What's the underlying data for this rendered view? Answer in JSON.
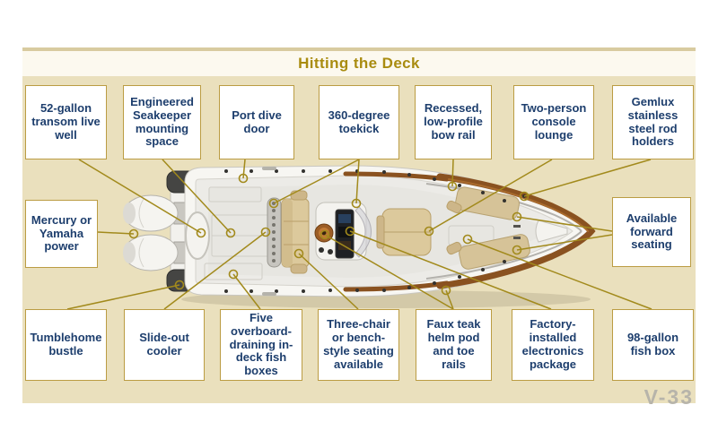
{
  "title": "Hitting the Deck",
  "model_label": "V-33",
  "colors": {
    "canvas_tan": "#eae0bd",
    "title_gold": "#a98c10",
    "box_border_gold": "#bb9c43",
    "label_navy": "#1d3e6d",
    "leader_gold": "#a28a1c",
    "teak_brown": "#8a5220",
    "model_gray": "#b7b4aa"
  },
  "callouts": {
    "top": [
      "52-gallon transom live well",
      "Engineered Seakeeper mounting space",
      "Port dive door",
      "360-degree toekick",
      "Recessed, low-profile bow rail",
      "Two-person console lounge",
      "Gemlux stainless steel rod holders"
    ],
    "middle_left": "Mercury or Yamaha power",
    "middle_right": "Available forward seating",
    "bottom": [
      "Tumblehome bustle",
      "Slide-out cooler",
      "Five overboard-draining in-deck fish boxes",
      "Three-chair or bench-style seating available",
      "Faux teak helm pod and toe rails",
      "Factory-installed electronics package",
      "98-gallon fish box"
    ]
  }
}
